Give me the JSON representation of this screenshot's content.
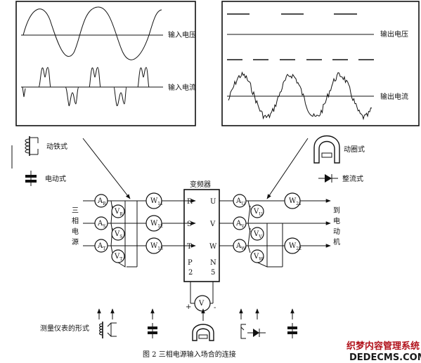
{
  "scope_left": {
    "label_top": "输入电压",
    "label_bottom": "输入电流"
  },
  "scope_right": {
    "label_top": "输出电压",
    "label_bottom": "输出电流"
  },
  "legend_left": {
    "moving_iron": "动铁式",
    "electrodynamic": "电动式"
  },
  "legend_right": {
    "moving_coil": "动圈式",
    "rectifier": "整流式"
  },
  "source_label": [
    "三",
    "相",
    "电",
    "源"
  ],
  "motor_label": [
    "到",
    "电",
    "动",
    "机"
  ],
  "converter": {
    "title": "变频器",
    "inputs": [
      "R",
      "S",
      "T"
    ],
    "outputs": [
      "U",
      "V",
      "W"
    ],
    "p": "P",
    "n": "N",
    "p_num": "2",
    "n_num": "5",
    "plus": "+",
    "minus": "-"
  },
  "meters_left": {
    "ammeters": [
      {
        "m": "A",
        "s": "R"
      },
      {
        "m": "A",
        "s": "S"
      },
      {
        "m": "A",
        "s": "T"
      }
    ],
    "voltmeters": [
      {
        "m": "V",
        "s": "R"
      },
      {
        "m": "V",
        "s": "S"
      },
      {
        "m": "V",
        "s": "T"
      }
    ],
    "wattmeters": [
      {
        "m": "W",
        "s": "11"
      },
      {
        "m": "W",
        "s": "12"
      },
      {
        "m": "W",
        "s": "13"
      }
    ]
  },
  "meters_right": {
    "ammeters": [
      {
        "m": "A",
        "s": "U"
      },
      {
        "m": "A",
        "s": "V"
      },
      {
        "m": "A",
        "s": "W"
      }
    ],
    "voltmeters": [
      {
        "m": "V",
        "s": "U"
      },
      {
        "m": "V",
        "s": "V"
      },
      {
        "m": "V",
        "s": "W"
      }
    ],
    "wattmeters": [
      {
        "m": "W",
        "s": "21"
      },
      {
        "m": "W",
        "s": "22"
      }
    ]
  },
  "dc_voltmeter": "V",
  "instrument_forms_label": "测量仪表的形式",
  "caption": "图 2    三相电源输入场合的连接",
  "watermark": {
    "line1": "织梦内容管理系统",
    "line2": "DEDECMS.COM"
  }
}
